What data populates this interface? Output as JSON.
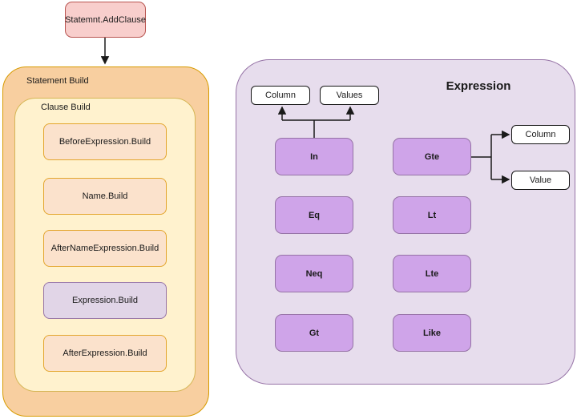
{
  "diagram": {
    "statement_node": {
      "label": "Statemnt.AddClause"
    },
    "statement_build": {
      "label": "Statement Build",
      "clause_build": {
        "label": "Clause Build",
        "steps": [
          {
            "label": "BeforeExpression.Build",
            "variant": "peach"
          },
          {
            "label": "Name.Build",
            "variant": "peach"
          },
          {
            "label": "AfterNameExpression.Build",
            "variant": "peach"
          },
          {
            "label": "Expression.Build",
            "variant": "purple"
          },
          {
            "label": "AfterExpression.Build",
            "variant": "peach"
          }
        ]
      }
    },
    "expression": {
      "title": "Expression",
      "operators": [
        "In",
        "Gte",
        "Eq",
        "Lt",
        "Neq",
        "Lte",
        "Gt",
        "Like"
      ],
      "in_targets": [
        "Column",
        "Values"
      ],
      "gte_targets": [
        "Column",
        "Value"
      ]
    },
    "edges": [
      {
        "from": "Statemnt.AddClause",
        "to": "Statement Build"
      },
      {
        "from": "In",
        "to": "Column"
      },
      {
        "from": "In",
        "to": "Values"
      },
      {
        "from": "Gte",
        "to": "Column"
      },
      {
        "from": "Gte",
        "to": "Value"
      }
    ],
    "colors": {
      "statement_node_fill": "#F8CECC",
      "statement_node_stroke": "#B85450",
      "statement_container_fill": "#F8CFA0",
      "statement_container_stroke": "#D79B00",
      "clause_container_fill": "#FFF2CE",
      "clause_container_stroke": "#D6B656",
      "step_fill": "#FBE2CC",
      "step_stroke": "#E3A52C",
      "expression_container_fill": "#E7DDED",
      "expression_container_stroke": "#9673A6",
      "operator_fill": "#CFA4E9",
      "operator_stroke": "#9673A6",
      "white_box_fill": "#FFFFFF",
      "white_box_stroke": "#151515",
      "edge_color": "#1A1A1A"
    }
  }
}
